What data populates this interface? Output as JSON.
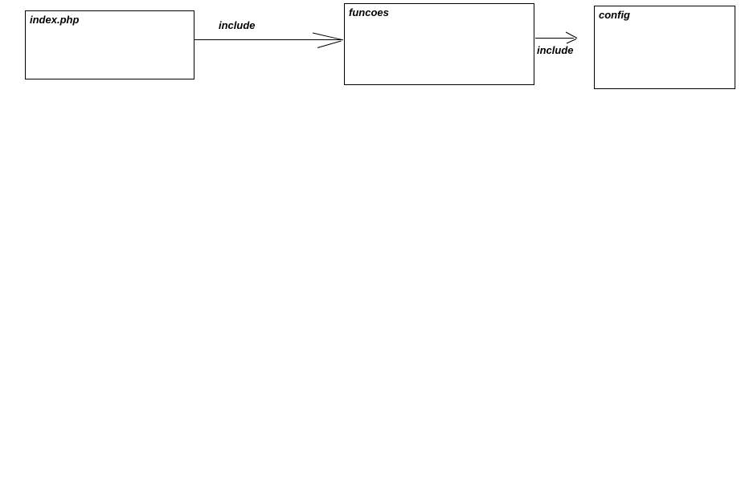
{
  "diagram": {
    "background_color": "#ffffff",
    "line_color": "#000000",
    "text_color": "#000000",
    "nodes": [
      {
        "id": "index-php",
        "label": "index.php"
      },
      {
        "id": "funcoes",
        "label": "funcoes"
      },
      {
        "id": "config",
        "label": "config"
      }
    ],
    "edges": [
      {
        "from": "index.php",
        "to": "funcoes",
        "label": "include",
        "label_position": "above-line"
      },
      {
        "from": "funcoes",
        "to": "config",
        "label": "include",
        "label_position": "below-line"
      }
    ]
  }
}
